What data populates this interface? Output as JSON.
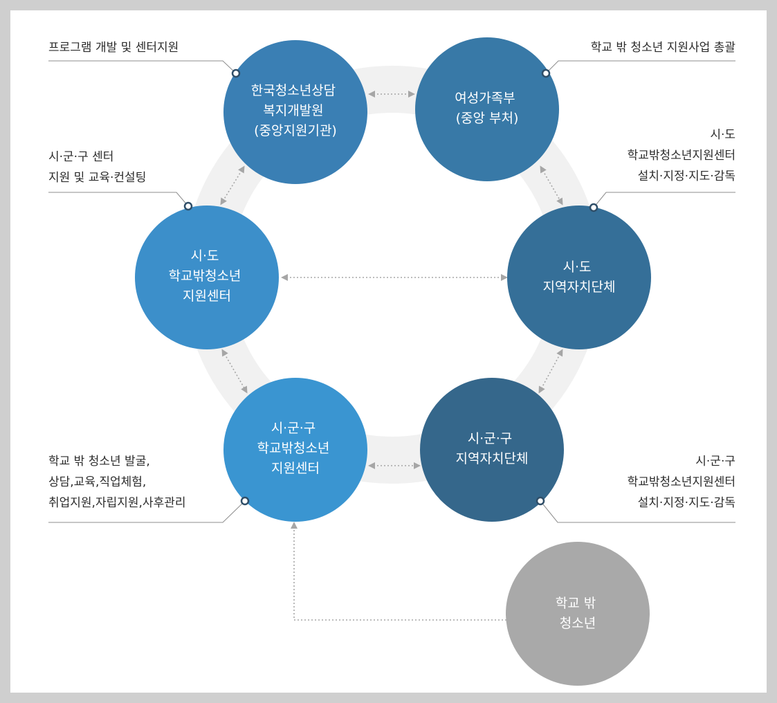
{
  "nodes": {
    "kyci": [
      "한국청소년상담",
      "복지개발원",
      "(중앙지원기관)"
    ],
    "mogef": [
      "여성가족부",
      "(중앙 부처)"
    ],
    "sido_center": [
      "시·도",
      "학교밖청소년",
      "지원센터"
    ],
    "sido_gov": [
      "시·도",
      "지역자치단체"
    ],
    "sigungu_center": [
      "시·군·구",
      "학교밖청소년",
      "지원센터"
    ],
    "sigungu_gov": [
      "시·군·구",
      "지역자치단체"
    ],
    "youth": [
      "학교 밖",
      "청소년"
    ]
  },
  "notes": {
    "kyci": [
      "프로그램 개발 및 센터지원"
    ],
    "mogef": [
      "학교 밖 청소년 지원사업 총괄"
    ],
    "sido_center": [
      "시·군·구 센터",
      "지원 및 교육·컨설팅"
    ],
    "sido_gov": [
      "시·도",
      "학교밖청소년지원센터",
      "설치·지정·지도·감독"
    ],
    "sigungu_center": [
      "학교 밖 청소년 발굴,",
      "상담,교육,직업체험,",
      "취업지원,자립지원,사후관리"
    ],
    "sigungu_gov": [
      "시·군·구",
      "학교밖청소년지원센터",
      "설치·지정·지도·감독"
    ]
  },
  "colors": {
    "kyci": "#3a7fb4",
    "mogef": "#3879a7",
    "sido_center": "#3c8fca",
    "sido_gov": "#356f98",
    "sigungu_center": "#3a95d1",
    "sigungu_gov": "#35678b",
    "youth": "#a9a9a9",
    "ring": "#f1f1f1",
    "arrow": "#a6a6a6",
    "leader": "#8c8c8c"
  }
}
